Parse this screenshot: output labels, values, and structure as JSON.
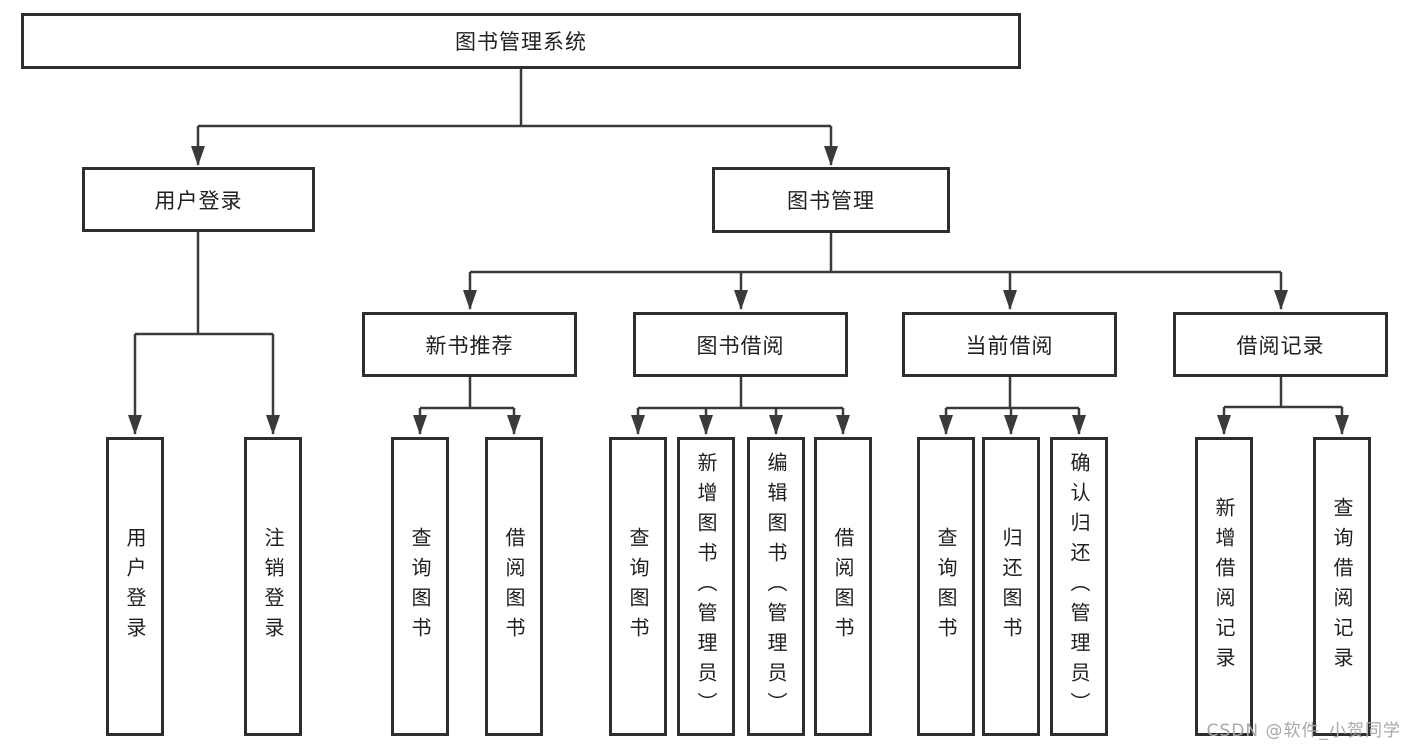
{
  "tree": {
    "label": "图书管理系统",
    "children": [
      {
        "label": "用户登录",
        "children": [
          {
            "label": "用户登录"
          },
          {
            "label": "注销登录"
          }
        ]
      },
      {
        "label": "图书管理",
        "children": [
          {
            "label": "新书推荐",
            "children": [
              {
                "label": "查询图书"
              },
              {
                "label": "借阅图书"
              }
            ]
          },
          {
            "label": "图书借阅",
            "children": [
              {
                "label": "查询图书"
              },
              {
                "label": "新增图书（管理员）"
              },
              {
                "label": "编辑图书（管理员）"
              },
              {
                "label": "借阅图书"
              }
            ]
          },
          {
            "label": "当前借阅",
            "children": [
              {
                "label": "查询图书"
              },
              {
                "label": "归还图书"
              },
              {
                "label": "确认归还（管理员）"
              }
            ]
          },
          {
            "label": "借阅记录",
            "children": [
              {
                "label": "新增借阅记录"
              },
              {
                "label": "查询借阅记录"
              }
            ]
          }
        ]
      }
    ]
  },
  "watermark": "CSDN @软件_小贺同学",
  "colors": {
    "line": "#3a3a3a",
    "box_border": "#2e2e2e",
    "box_fill": "#ffffff",
    "text": "#1f1f1f",
    "background": "#ffffff",
    "watermark": "#a9a9a9"
  }
}
